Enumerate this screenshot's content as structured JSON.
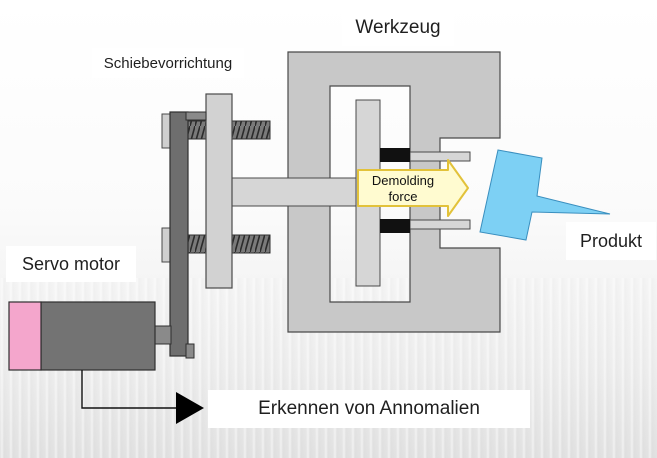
{
  "labels": {
    "tool": "Werkzeug",
    "pusher": "Schiebevorrichtung",
    "servo": "Servo motor",
    "product": "Produkt",
    "detect": "Erkennen von Annomalien",
    "force_line1": "Demolding",
    "force_line2": "force"
  },
  "colors": {
    "tool_fill": "#c8c8c8",
    "plate_fill": "#d2d2d2",
    "dark_gray": "#6e6e6e",
    "motor_body": "#737373",
    "motor_cap": "#f4a6cc",
    "product": "#7dd0f4",
    "arrow_fill": "#fffbd0",
    "arrow_stroke": "#e2c23a",
    "ejector_pad": "#111111"
  },
  "icons": {
    "arrow": "triangle-arrowhead",
    "force": "block-arrow-right"
  }
}
